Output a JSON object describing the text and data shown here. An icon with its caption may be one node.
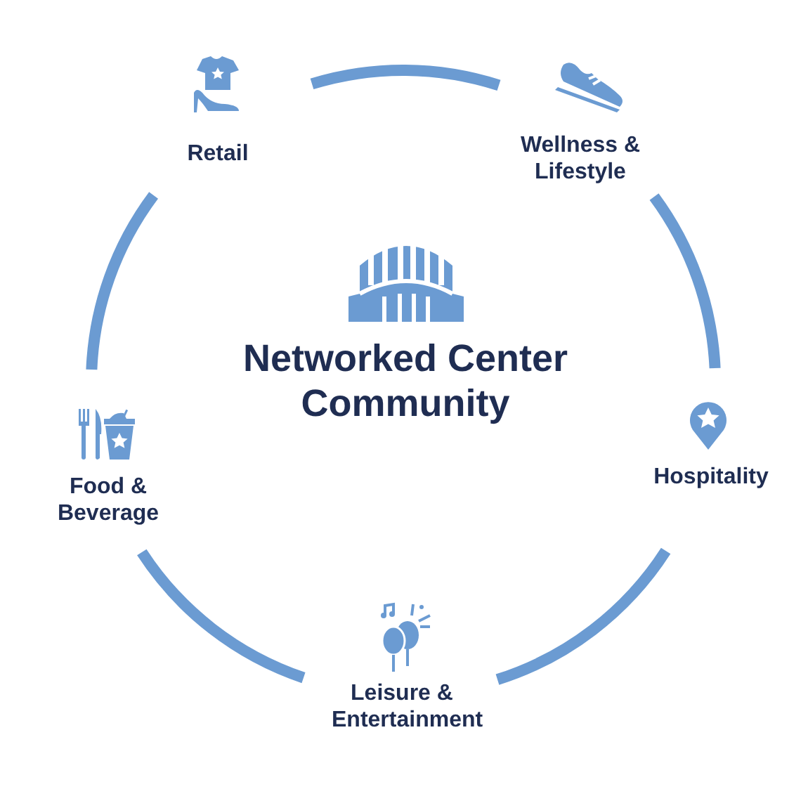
{
  "diagram": {
    "nodes": [
      {
        "text": [
          "Networked Center Community"
        ]
      },
      {
        "text": [
          "Retail"
        ]
      },
      {
        "text": [
          "Wellness & Lifestyle"
        ]
      },
      {
        "text": [
          "Hospitality"
        ]
      },
      {
        "text": [
          "Leisure & Entertainment"
        ]
      },
      {
        "text": [
          "Food & Beverage"
        ]
      }
    ],
    "edges": [
      {
        "from": 1,
        "to": 2,
        "arrow": "none"
      },
      {
        "from": 2,
        "to": 3,
        "arrow": "none"
      },
      {
        "from": 3,
        "to": 4,
        "arrow": "none"
      },
      {
        "from": 4,
        "to": 5,
        "arrow": "none"
      },
      {
        "from": 5,
        "to": 1,
        "arrow": "none"
      }
    ]
  }
}
